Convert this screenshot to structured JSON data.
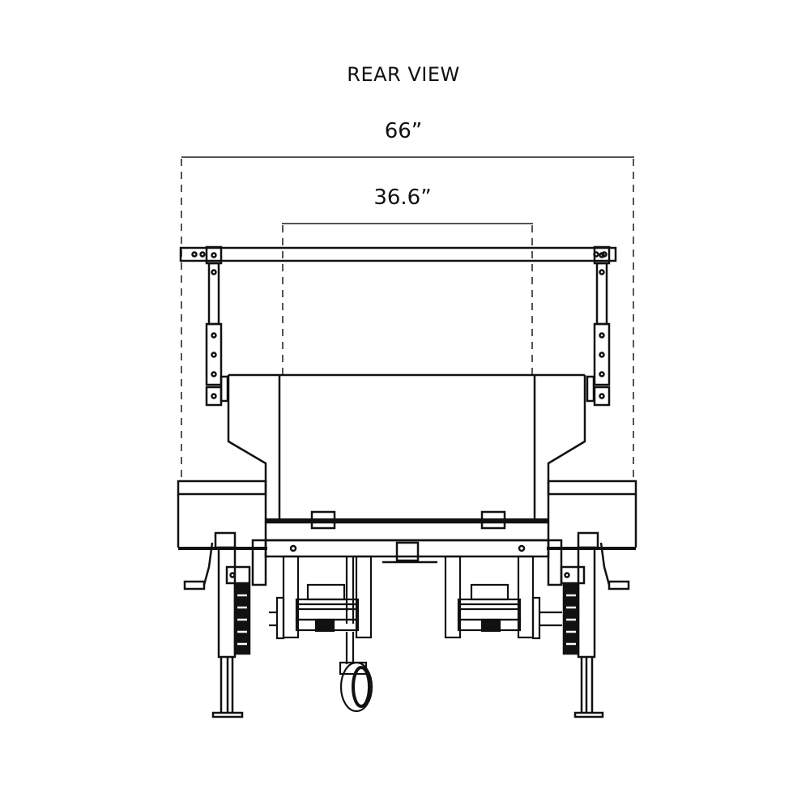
{
  "drawing": {
    "title": "REAR VIEW",
    "dimensions": {
      "overall_width": "66”",
      "inner_width": "36.6”"
    },
    "line_color": "#111111",
    "background": "#ffffff"
  }
}
